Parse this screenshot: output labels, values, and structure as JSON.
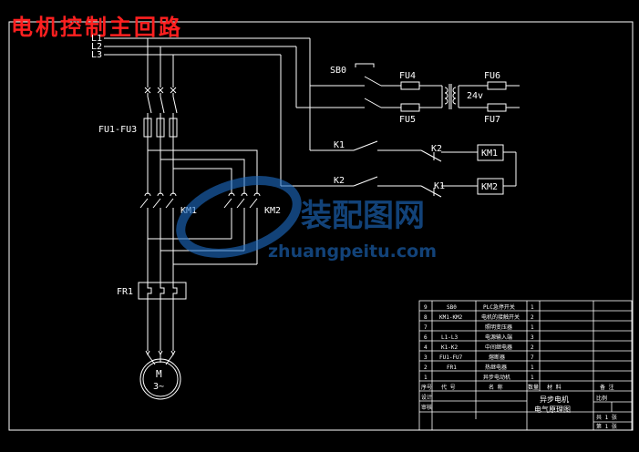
{
  "title": "电机控制主回路",
  "buses": [
    "L1",
    "L2",
    "L3"
  ],
  "labels": {
    "fu1_fu3": "FU1-FU3",
    "km1": "KM1",
    "km2": "KM2",
    "fr1": "FR1",
    "motor_m": "M",
    "motor_phase": "3~",
    "sb0": "SB0",
    "fu4": "FU4",
    "fu5": "FU5",
    "fu6": "FU6",
    "fu7": "FU7",
    "voltage": "24v",
    "k1_left": "K1",
    "k2_left": "K2",
    "k2_right": "K2",
    "k1_right": "K1",
    "coil_km1": "KM1",
    "coil_km2": "KM2"
  },
  "watermark": {
    "cn": "装配图网",
    "en": "zhuangpeitu.com"
  },
  "bom": {
    "rows": [
      {
        "no": "9",
        "code": "SB0",
        "name": "PLC急停开关",
        "qty": "1"
      },
      {
        "no": "8",
        "code": "KM1-KM2",
        "name": "电机的接触开关",
        "qty": "2"
      },
      {
        "no": "7",
        "code": "",
        "name": "照明变压器",
        "qty": "1"
      },
      {
        "no": "6",
        "code": "L1-L3",
        "name": "电源输入端",
        "qty": "3"
      },
      {
        "no": "4",
        "code": "K1-K2",
        "name": "中间继电器",
        "qty": "2"
      },
      {
        "no": "3",
        "code": "FU1-FU7",
        "name": "熔断器",
        "qty": "7"
      },
      {
        "no": "2",
        "code": "FR1",
        "name": "热继电器",
        "qty": "1"
      },
      {
        "no": "1",
        "code": "",
        "name": "异步电动机",
        "qty": "1"
      }
    ],
    "header": {
      "no": "序号",
      "code": "代  号",
      "name": "名  称",
      "qty": "数量",
      "material": "材  料",
      "remark": "备  注"
    },
    "title_block": {
      "design": "设计",
      "check": "审核",
      "title1": "异步电机",
      "title2": "电气原理图",
      "scale": "比例",
      "total": "共 1 张",
      "sheet": "第 1 张"
    }
  }
}
